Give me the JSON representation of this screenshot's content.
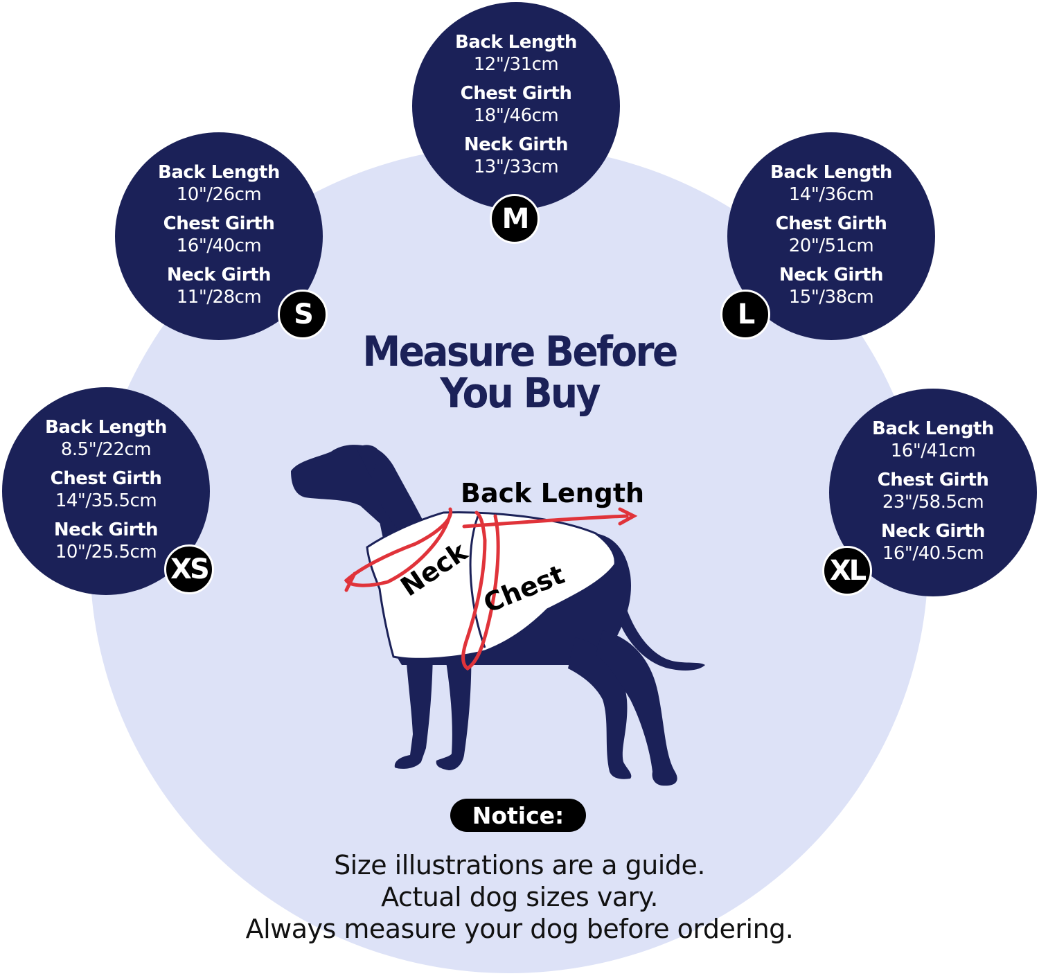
{
  "headline": {
    "line1": "Measure Before",
    "line2": "You Buy"
  },
  "sizes": [
    {
      "size": "XS",
      "back_label": "Back Length",
      "back_value": "8.5\"/22cm",
      "chest_label": "Chest Girth",
      "chest_value": "14\"/35.5cm",
      "neck_label": "Neck Girth",
      "neck_value": "10\"/25.5cm"
    },
    {
      "size": "S",
      "back_label": "Back Length",
      "back_value": "10\"/26cm",
      "chest_label": "Chest Girth",
      "chest_value": "16\"/40cm",
      "neck_label": "Neck Girth",
      "neck_value": "11\"/28cm"
    },
    {
      "size": "M",
      "back_label": "Back Length",
      "back_value": "12\"/31cm",
      "chest_label": "Chest Girth",
      "chest_value": "18\"/46cm",
      "neck_label": "Neck Girth",
      "neck_value": "13\"/33cm"
    },
    {
      "size": "L",
      "back_label": "Back Length",
      "back_value": "14\"/36cm",
      "chest_label": "Chest Girth",
      "chest_value": "20\"/51cm",
      "neck_label": "Neck Girth",
      "neck_value": "15\"/38cm"
    },
    {
      "size": "XL",
      "back_label": "Back Length",
      "back_value": "16\"/41cm",
      "chest_label": "Chest Girth",
      "chest_value": "23\"/58.5cm",
      "neck_label": "Neck Girth",
      "neck_value": "16\"/40.5cm"
    }
  ],
  "diagram": {
    "back_length": "Back Length",
    "neck": "Neck",
    "chest": "Chest"
  },
  "notice": {
    "title": "Notice:",
    "line1": "Size illustrations are a guide.",
    "line2": "Actual dog sizes vary.",
    "line3": "Always measure your dog before ordering."
  },
  "colors": {
    "navy": "#1b2158",
    "background": "#dde2f7",
    "measure_line": "#e0333a",
    "badge": "#000000"
  }
}
